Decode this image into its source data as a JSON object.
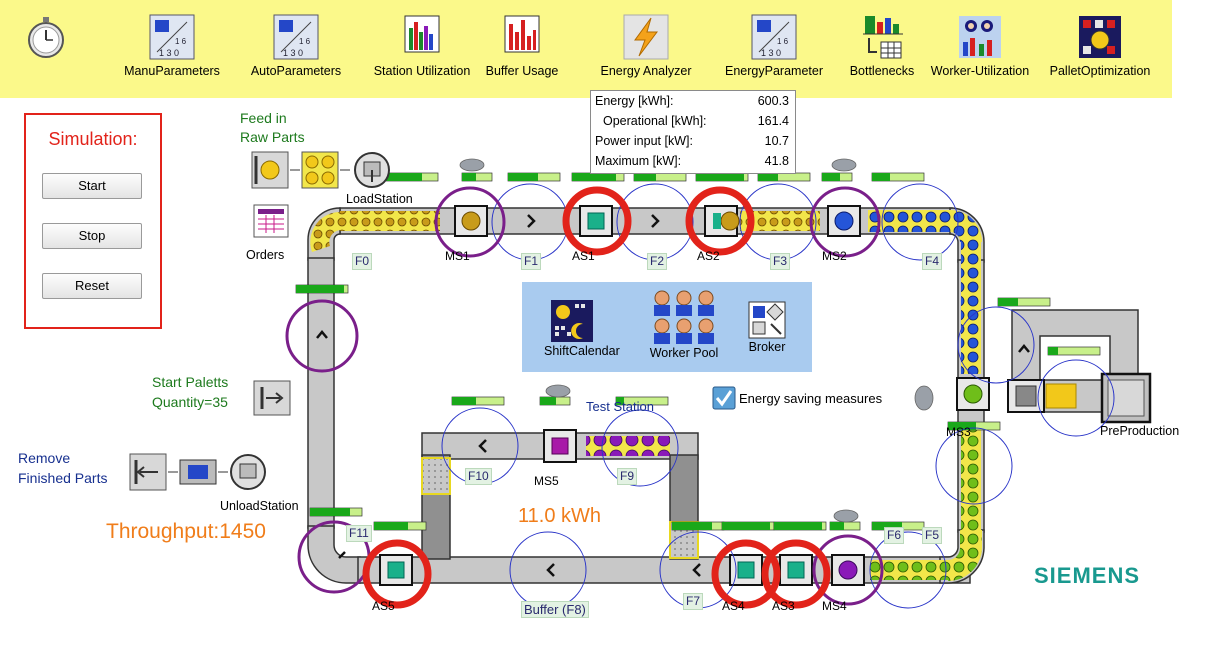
{
  "toolbar": {
    "items": [
      {
        "label": "ManuParameters",
        "icon": "parameter-table-icon"
      },
      {
        "label": "AutoParameters",
        "icon": "parameter-table-icon"
      },
      {
        "label": "Station Utilization",
        "icon": "utilization-chart-icon"
      },
      {
        "label": "Buffer Usage",
        "icon": "bar-chart-icon"
      },
      {
        "label": "Energy Analyzer",
        "icon": "lightning-icon"
      },
      {
        "label": "EnergyParameter",
        "icon": "parameter-table-icon"
      },
      {
        "label": "Bottlenecks",
        "icon": "bottleneck-chart-icon"
      },
      {
        "label": "Worker-Utilization",
        "icon": "worker-chart-icon"
      },
      {
        "label": "PalletOptimization",
        "icon": "pallet-optimization-icon"
      }
    ],
    "stopwatch_icon": "stopwatch-icon"
  },
  "simulation": {
    "title": "Simulation:",
    "start": "Start",
    "stop": "Stop",
    "reset": "Reset",
    "accent": "#e2231a"
  },
  "energy_tooltip": {
    "rows": [
      {
        "label": "Energy [kWh]:",
        "value": "600.3"
      },
      {
        "label": "Operational [kWh]:",
        "value": "161.4"
      },
      {
        "label": "Power input [kW]:",
        "value": "10.7"
      },
      {
        "label": "Maximum [kW]:",
        "value": "41.8"
      }
    ]
  },
  "labels": {
    "feed_in": "Feed in",
    "raw_parts": "Raw Parts",
    "load_station": "LoadStation",
    "orders": "Orders",
    "start_paletts": "Start Paletts",
    "quantity": "Quantity=35",
    "remove": "Remove",
    "finished_parts": "Finished Parts",
    "unload_station": "UnloadStation",
    "throughput": "Throughput:1450",
    "energy_kwh": "11.0 kWh",
    "test_station": "Test Station",
    "energy_saving": "Energy saving measures",
    "preproduction": "PreProduction",
    "brand": "SIEMENS"
  },
  "stations": {
    "ms1": "MS1",
    "as1": "AS1",
    "as2": "AS2",
    "ms2": "MS2",
    "ms5": "MS5",
    "as4": "AS4",
    "as3": "AS3",
    "ms4": "MS4",
    "as5": "AS5",
    "ms3": "MS3"
  },
  "conveyors": {
    "f0": "F0",
    "f1": "F1",
    "f2": "F2",
    "f3": "F3",
    "f4": "F4",
    "f5": "F5",
    "f6": "F6",
    "f7": "F7",
    "f9": "F9",
    "f10": "F10",
    "f11": "F11",
    "buffer": "Buffer (F8)"
  },
  "resources": {
    "shift_calendar": "ShiftCalendar",
    "worker_pool": "Worker Pool",
    "broker": "Broker"
  },
  "colors": {
    "toolbar": "#fbf98a",
    "bottleneck_ring": "#e2231a",
    "station_ring": "#7a1f8a",
    "sensor_ring": "#2a35c8",
    "conveyor": "#c8c8c8",
    "part_gold": "#c89b1a",
    "part_blue": "#2555d8",
    "part_green": "#6fbe1a",
    "part_purple": "#8a1ab8",
    "brand": "#19998f"
  }
}
